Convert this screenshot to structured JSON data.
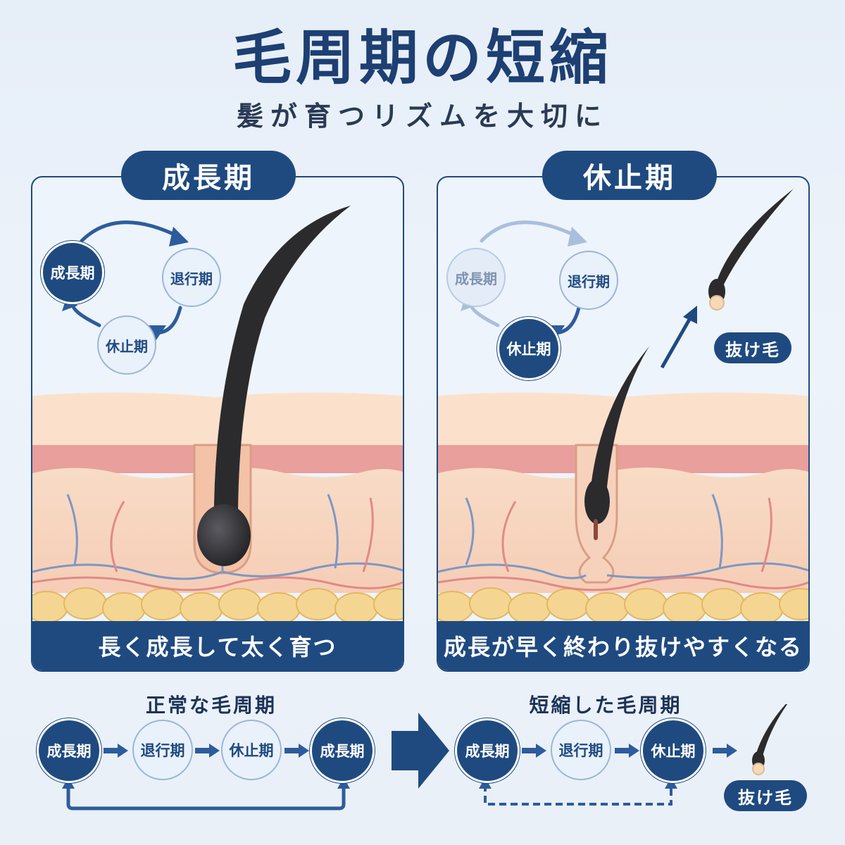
{
  "title": "毛周期の短縮",
  "subtitle": "髪が育つリズムを大切に",
  "left_panel": {
    "badge": "成長期",
    "cycle": {
      "growth": "成長期",
      "regression": "退行期",
      "rest": "休止期"
    },
    "caption": "長く成長して太く育つ"
  },
  "right_panel": {
    "badge": "休止期",
    "cycle": {
      "growth": "成長期",
      "regression": "退行期",
      "rest": "休止期"
    },
    "shed_label": "抜け毛",
    "caption": "成長が早く終わり抜けやすくなる"
  },
  "normal_flow": {
    "title": "正常な毛周期",
    "steps": [
      "成長期",
      "退行期",
      "休止期",
      "成長期"
    ]
  },
  "short_flow": {
    "title": "短縮した毛周期",
    "steps": [
      "成長期",
      "退行期",
      "休止期"
    ],
    "shed_label": "抜け毛"
  },
  "colors": {
    "navy": "#1f4a80",
    "skin": "#f7d6c0",
    "fat": "#f2d590",
    "hair": "#2b2b2e"
  }
}
